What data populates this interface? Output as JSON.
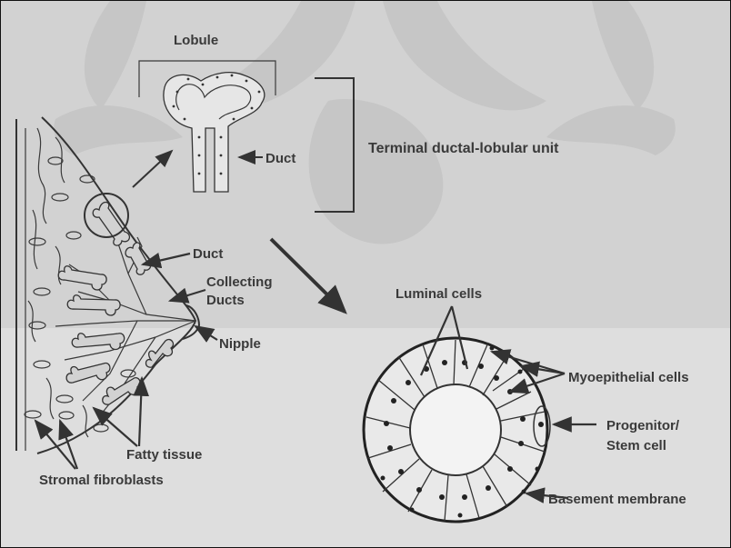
{
  "labels": {
    "lobule": "Lobule",
    "duct_upper": "Duct",
    "tdlu": "Terminal ductal-lobular  unit",
    "duct_lower": "Duct",
    "collecting": "Collecting",
    "ducts": "Ducts",
    "nipple": "Nipple",
    "luminal": "Luminal cells",
    "myoepithelial": "Myoepithelial cells",
    "progenitor": "Progenitor/",
    "stem": "Stem cell",
    "basement": "Basement membrane",
    "fatty": "Fatty tissue",
    "stromal": "Stromal fibroblasts"
  },
  "colors": {
    "ink": "#333333",
    "background": "#d7d7d7",
    "watermark": "#c6c6c6"
  }
}
